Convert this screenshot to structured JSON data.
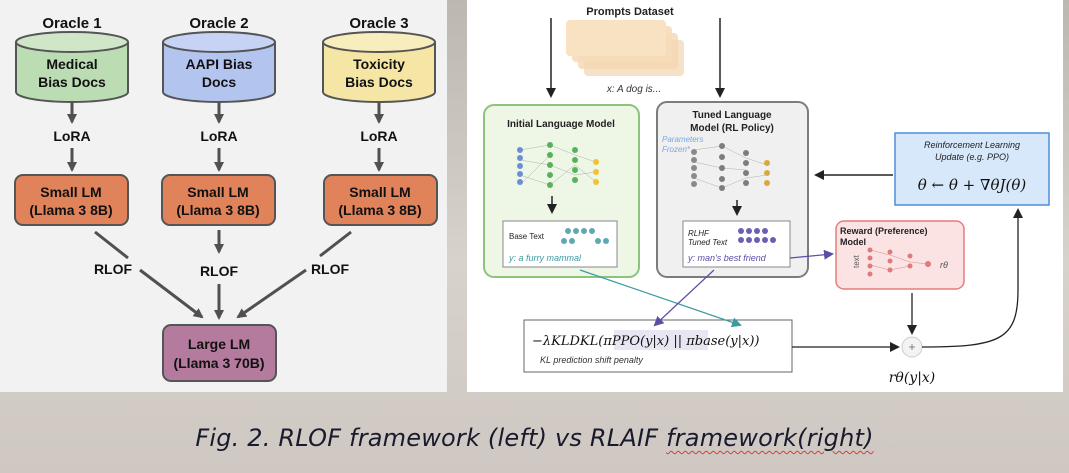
{
  "left": {
    "oracles": [
      {
        "title": "Oracle 1",
        "docs_line1": "Medical",
        "docs_line2": "Bias Docs",
        "color": "#bcdcb4",
        "lora": "LoRA",
        "small_lm_line1": "Small LM",
        "small_lm_line2": "(Llama 3 8B)",
        "rlof": "RLOF"
      },
      {
        "title": "Oracle 2",
        "docs_line1": "AAPI Bias",
        "docs_line2": "Docs",
        "color": "#b3c4ef",
        "lora": "LoRA",
        "small_lm_line1": "Small LM",
        "small_lm_line2": "(Llama 3 8B)",
        "rlof": "RLOF"
      },
      {
        "title": "Oracle 3",
        "docs_line1": "Toxicity",
        "docs_line2": "Bias Docs",
        "color": "#f5e6a6",
        "lora": "LoRA",
        "small_lm_line1": "Small LM",
        "small_lm_line2": "(Llama 3 8B)",
        "rlof": "RLOF"
      }
    ],
    "small_lm_color": "#e1835a",
    "large_lm": {
      "line1": "Large LM",
      "line2": "(Llama 3 70B)",
      "color": "#b57b9e"
    }
  },
  "right": {
    "dataset_title": "Prompts Dataset",
    "prompt_example": "x: A dog is...",
    "initial_model": {
      "title": "Initial Language Model",
      "base_text": "Base Text",
      "output": "y: a furry mammal"
    },
    "tuned_model": {
      "title_line1": "Tuned Language",
      "title_line2": "Model (RL Policy)",
      "frozen_line1": "Parameters",
      "frozen_line2": "Frozen*",
      "rlhf_line1": "RLHF",
      "rlhf_line2": "Tuned Text",
      "output": "y: man's best friend"
    },
    "reward_model": {
      "title_line1": "Reward (Preference)",
      "title_line2": "Model",
      "input_label": "text",
      "output_label": "rθ"
    },
    "rl_update": {
      "title_line1": "Reinforcement Learning",
      "title_line2": "Update (e.g. PPO)",
      "formula": "θ ← θ + ∇θJ(θ)"
    },
    "kl_penalty": {
      "formula": "−λKLDKL(πPPO(y|x) || πbase(y|x))",
      "label": "KL prediction shift penalty"
    },
    "sum_symbol": "+",
    "reward_output": "rθ(y|x)"
  },
  "caption": {
    "main": "Fig. 2. RLOF framework (left) vs RLAIF ",
    "tail": "framework(right)"
  }
}
